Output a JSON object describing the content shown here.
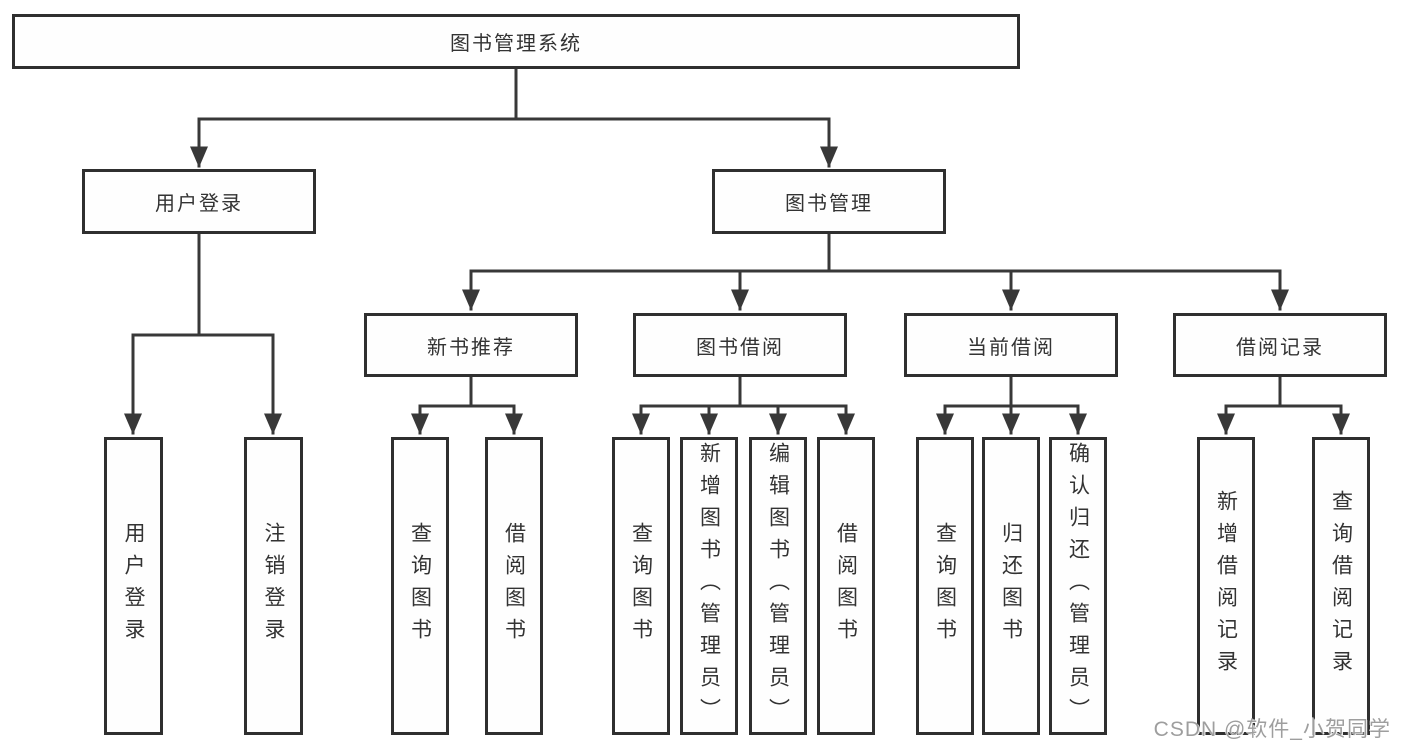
{
  "page": {
    "watermark": "CSDN @软件_小贺同学",
    "colors": {
      "background": "#ffffff",
      "line": "#383838",
      "border": "#2f2f2f",
      "text": "#333333",
      "watermark": "#9e9e9e"
    }
  },
  "diagram": {
    "type": "tree",
    "root": {
      "label": "图书管理系统"
    },
    "level2": [
      {
        "label": "用户登录"
      },
      {
        "label": "图书管理"
      }
    ],
    "level3": [
      {
        "label": "新书推荐"
      },
      {
        "label": "图书借阅"
      },
      {
        "label": "当前借阅"
      },
      {
        "label": "借阅记录"
      }
    ],
    "leaves": {
      "user_login": [
        "用户登录",
        "注销登录"
      ],
      "new_book_recommendation": [
        "查询图书",
        "借阅图书"
      ],
      "book_borrowing": [
        "查询图书",
        "新增图书（管理员）",
        "编辑图书（管理员）",
        "借阅图书"
      ],
      "current_borrowing": [
        "查询图书",
        "归还图书",
        "确认归还（管理员）"
      ],
      "borrowing_records": [
        "新增借阅记录",
        "查询借阅记录"
      ]
    }
  }
}
